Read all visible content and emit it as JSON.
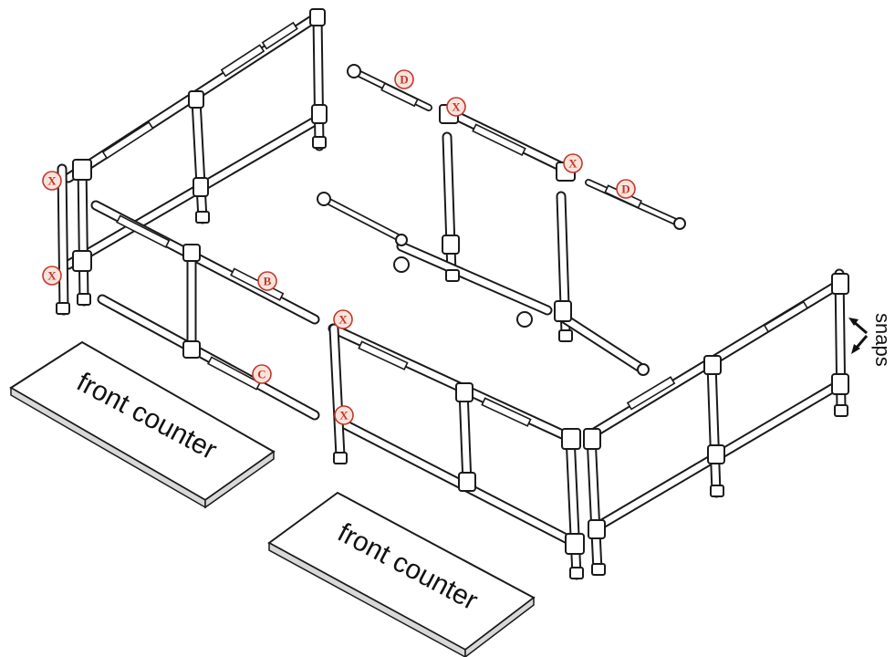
{
  "counters": [
    {
      "id": "left",
      "label": "front counter"
    },
    {
      "id": "center",
      "label": "front counter"
    }
  ],
  "side_label": "snaps",
  "markers": {
    "back_left_top": "X",
    "back_left_bottom": "X",
    "front_left_top": "X",
    "front_left_bottom": "X",
    "rear_upper_left": "X",
    "rear_upper_right": "X",
    "rail_d_left": "D",
    "rail_d_right": "D",
    "rail_b": "B",
    "rail_c": "C"
  }
}
